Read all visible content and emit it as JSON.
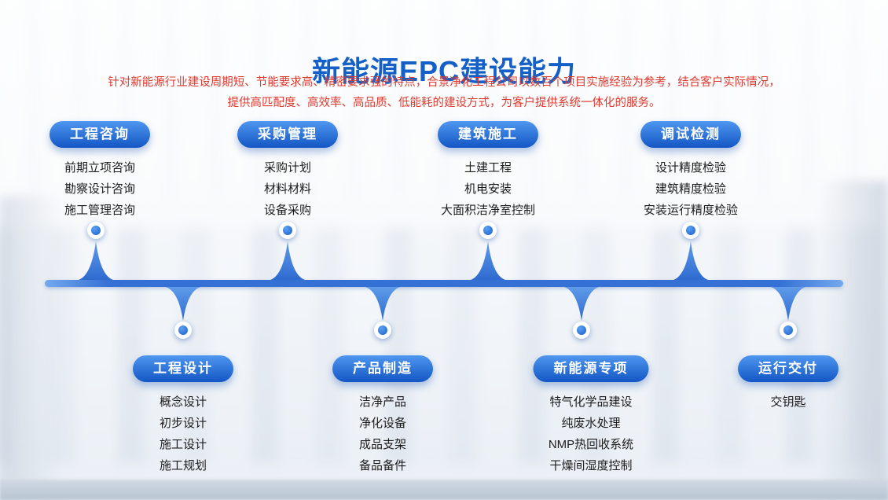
{
  "header": {
    "title": "新能源EPC建设能力",
    "subtitle_lines": [
      "针对新能源行业建设周期短、节能要求高、精密要求强的特点，合景净化工程公司以数百个项目实施经验为参考，结合客户实际情况，",
      "提供高匹配度、高效率、高品质、低能耗的建设方式，为客户提供系统一体化的服务。"
    ]
  },
  "top_sections": [
    {
      "label": "工程咨询",
      "items": [
        "前期立项咨询",
        "勘察设计咨询",
        "施工管理咨询"
      ]
    },
    {
      "label": "采购管理",
      "items": [
        "采购计划",
        "材料材料",
        "设备采购"
      ]
    },
    {
      "label": "建筑施工",
      "items": [
        "土建工程",
        "机电安装",
        "大面积洁净室控制"
      ]
    },
    {
      "label": "调试检测",
      "items": [
        "设计精度检验",
        "建筑精度检验",
        "安装运行精度检验"
      ]
    }
  ],
  "bottom_sections": [
    {
      "label": "工程设计",
      "items": [
        "概念设计",
        "初步设计",
        "施工设计",
        "施工规划"
      ]
    },
    {
      "label": "产品制造",
      "items": [
        "洁净产品",
        "净化设备",
        "成品支架",
        "备品备件"
      ]
    },
    {
      "label": "新能源专项",
      "items": [
        "特气化学品建设",
        "纯废水处理",
        "NMP热回收系统",
        "干燥间湿度控制"
      ]
    },
    {
      "label": "运行交付",
      "items": [
        "交钥匙"
      ]
    }
  ],
  "colors": {
    "title_blue": "#1560c6",
    "subtitle_red": "#e03a30",
    "pill_blue_light": "#4f97f0",
    "pill_blue_dark": "#1356c4",
    "timeline_blue": "#3570d4",
    "body_text": "#1c1c1c"
  }
}
